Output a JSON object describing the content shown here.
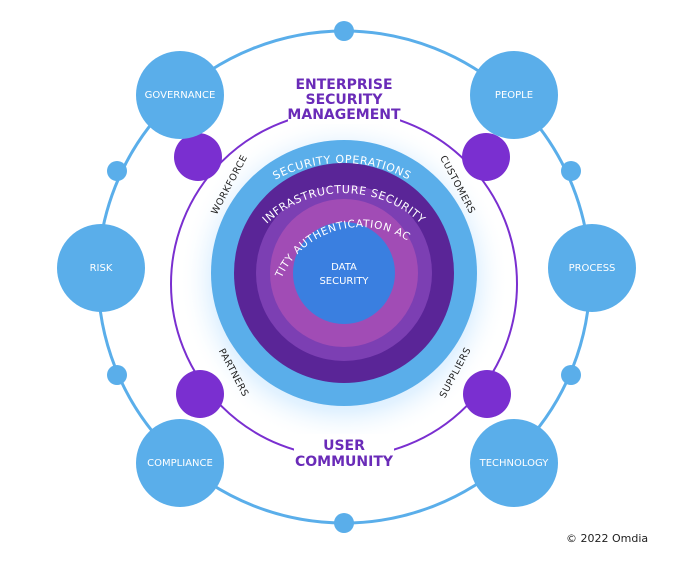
{
  "outer_nodes": {
    "governance": "GOVERNANCE",
    "people": "PEOPLE",
    "risk": "RISK",
    "process": "PROCESS",
    "compliance": "COMPLIANCE",
    "technology": "TECHNOLOGY"
  },
  "titles": {
    "top_line1": "ENTERPRISE",
    "top_line2": "SECURITY",
    "top_line3": "MANAGEMENT",
    "bottom_line1": "USER",
    "bottom_line2": "COMMUNITY"
  },
  "stakeholders": {
    "workforce": "WORKFORCE",
    "customers": "CUSTOMERS",
    "partners": "PARTNERS",
    "suppliers": "SUPPLIERS"
  },
  "rings": {
    "security_operations": "SECURITY OPERATIONS",
    "infrastructure_security": "INFRASTRUCTURE SECURITY",
    "identity_access": "IDENTITY AUTHENTICATION ACCESS"
  },
  "core": {
    "line1": "DATA",
    "line2": "SECURITY"
  },
  "copyright": "© 2022 Omdia",
  "colors": {
    "light_blue": "#5aaeea",
    "purple": "#7a2fd0",
    "dark_purple": "#5a2597",
    "violet": "#7c3fb3",
    "magenta": "#a14cb5",
    "core_blue": "#3a7fe0"
  }
}
